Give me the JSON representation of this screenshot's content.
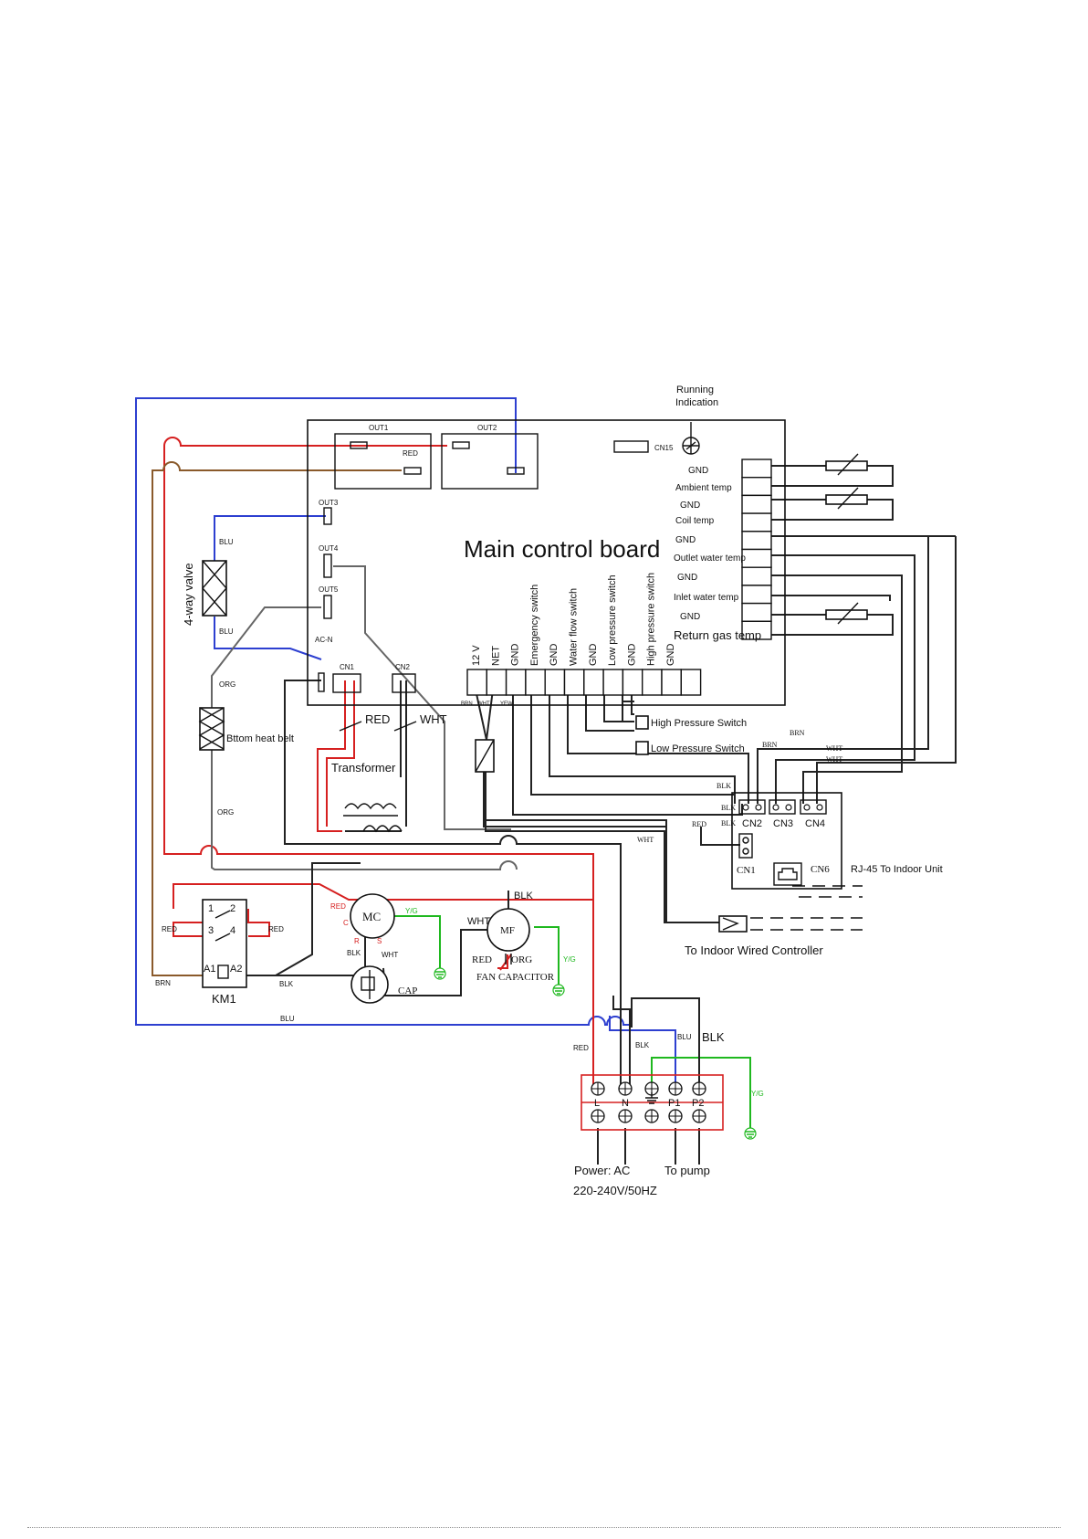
{
  "colors": {
    "red": "#d62020",
    "blue": "#2d3fd0",
    "brown": "#8a5a2b",
    "green": "#1fb81f",
    "black": "#222222",
    "gray": "#666666"
  },
  "board": {
    "title": "Main control board",
    "out1": "OUT1",
    "out2": "OUT2",
    "out3": "OUT3",
    "out4": "OUT4",
    "out5": "OUT5",
    "acn": "AC-N",
    "cn1": "CN1",
    "cn2": "CN2",
    "cn15": "CN15",
    "red_label": "RED",
    "running_indication_1": "Running",
    "running_indication_2": "Indication",
    "bottom_terminals": [
      "12 V",
      "NET",
      "GND",
      "Emergency switch",
      "GND",
      "Water flow switch",
      "GND",
      "Low pressure switch",
      "GND",
      "High pressure switch",
      "GND"
    ],
    "right_terminals": [
      "GND",
      "Ambient temp",
      "GND",
      "Coil temp",
      "GND",
      "Outlet water temp",
      "GND",
      "Inlet water temp",
      "GND",
      "Return gas temp"
    ]
  },
  "components": {
    "four_way_valve": "4-way valve",
    "blu_1": "BLU",
    "blu_2": "BLU",
    "org_1": "ORG",
    "org_2": "ORG",
    "heat_belt": "Bttom heat belt",
    "transformer": "Transformer",
    "transformer_red": "RED",
    "transformer_wht": "WHT",
    "brn_tiny": "BRN",
    "wht_tiny": "WHT",
    "yew_tiny": "YEW",
    "high_pressure": "High Pressure Switch",
    "low_pressure": "Low Pressure Switch",
    "km1": "KM1",
    "km1_labels": [
      "1",
      "2",
      "3",
      "4",
      "A1",
      "A2"
    ],
    "km1_red_left": "RED",
    "km1_red_right": "RED",
    "brn": "BRN",
    "blk_km": "BLK",
    "blu_bottom": "BLU",
    "mc": "MC",
    "mc_red": "RED",
    "mc_c": "C",
    "mc_r": "R",
    "mc_s": "S",
    "mc_blk": "BLK",
    "mc_wht": "WHT",
    "mc_yg": "Y/G",
    "cap": "CAP",
    "mf": "MF",
    "mf_wht": "WHT",
    "mf_blk": "BLK",
    "mf_red": "RED",
    "mf_org": "ORG",
    "mf_yg": "Y/G",
    "fan_capacitor": "FAN CAPACITOR"
  },
  "pcb2": {
    "cn2": "CN2",
    "cn3": "CN3",
    "cn4": "CN4",
    "cn1": "CN1",
    "cn6": "CN6",
    "rj45": "RJ-45 To Indoor Unit",
    "blk_1": "BLK",
    "blk_2": "BLK",
    "blk_3": "BLK",
    "red": "RED",
    "brn_1": "BRN",
    "brn_2": "BRN",
    "wht_1": "WHT",
    "wht_2": "WHT",
    "wht_3": "WHT"
  },
  "indoor_controller": "To Indoor Wired Controller",
  "terminal_block": {
    "labels": [
      "L",
      "N",
      "",
      "P1",
      "P2"
    ],
    "red": "RED",
    "blk_1": "BLK",
    "blu": "BLU",
    "blk_2": "BLK",
    "yg": "Y/G",
    "power_1": "Power: AC",
    "power_2": "220-240V/50HZ",
    "pump": "To pump"
  }
}
